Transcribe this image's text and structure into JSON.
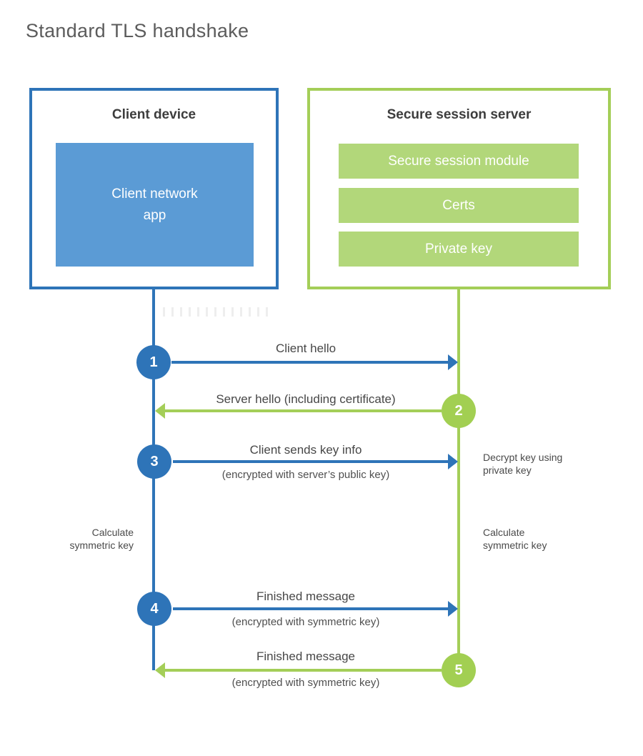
{
  "title": "Standard TLS handshake",
  "client": {
    "title": "Client device",
    "app": "Client network\napp"
  },
  "server": {
    "title": "Secure session server",
    "modules": [
      "Secure session module",
      "Certs",
      "Private key"
    ]
  },
  "steps": [
    {
      "num": "1",
      "label": "Client hello",
      "direction": "client-to-server"
    },
    {
      "num": "2",
      "label": "Server hello (including certificate)",
      "direction": "server-to-client"
    },
    {
      "num": "3",
      "label": "Client sends key info",
      "sublabel": "(encrypted with server’s public key)",
      "direction": "client-to-server"
    },
    {
      "num": "4",
      "label": "Finished message",
      "sublabel": "(encrypted with symmetric key)",
      "direction": "client-to-server"
    },
    {
      "num": "5",
      "label": "Finished message",
      "sublabel": "(encrypted with symmetric key)",
      "direction": "server-to-client"
    }
  ],
  "notes": {
    "decrypt": "Decrypt key using\nprivate key",
    "calculate_left": "Calculate\nsymmetric key",
    "calculate_right": "Calculate\nsymmetric key"
  },
  "colors": {
    "blue": "#2e74b8",
    "blue_fill": "#5b9bd5",
    "green": "#a4ce58",
    "green_fill": "#b2d77a",
    "green_circle": "#a2cf52"
  }
}
